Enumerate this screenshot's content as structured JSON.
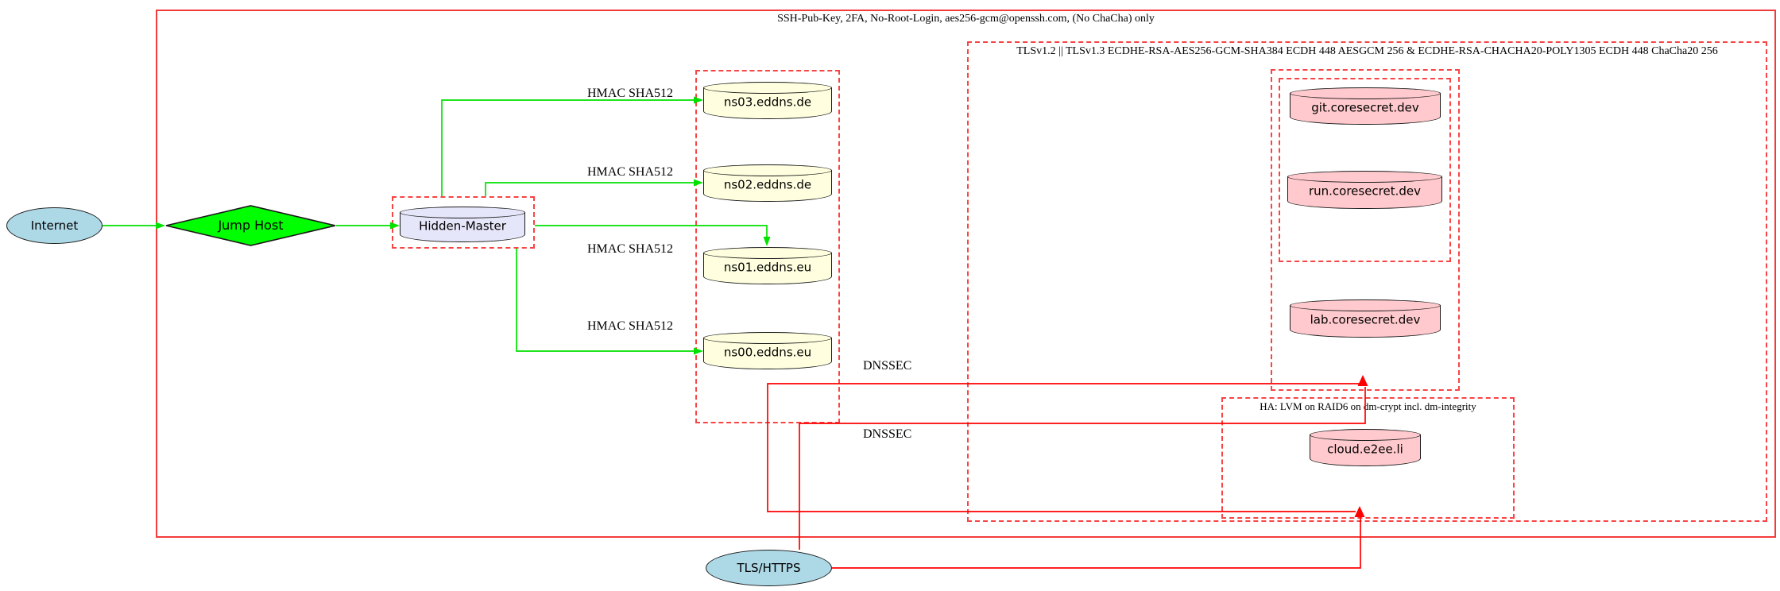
{
  "clusters": {
    "ssh": {
      "label": "SSH-Pub-Key, 2FA, No-Root-Login, aes256-gcm@openssh.com, (No ChaCha) only"
    },
    "tls": {
      "label": "TLSv1.2 || TLSv1.3 ECDHE-RSA-AES256-GCM-SHA384 ECDH 448 AESGCM 256 & ECDHE-RSA-CHACHA20-POLY1305 ECDH 448 ChaCha20 256"
    },
    "ha": {
      "label": "HA: LVM on RAID6 on dm-crypt incl. dm-integrity"
    }
  },
  "nodes": {
    "internet": {
      "label": "Internet"
    },
    "jump_host": {
      "label": "Jump Host"
    },
    "hidden_master": {
      "label": "Hidden-Master"
    },
    "ns03": {
      "label": "ns03.eddns.de"
    },
    "ns02": {
      "label": "ns02.eddns.de"
    },
    "ns01": {
      "label": "ns01.eddns.eu"
    },
    "ns00": {
      "label": "ns00.eddns.eu"
    },
    "git": {
      "label": "git.coresecret.dev"
    },
    "run": {
      "label": "run.coresecret.dev"
    },
    "lab": {
      "label": "lab.coresecret.dev"
    },
    "cloud": {
      "label": "cloud.e2ee.li"
    },
    "tls_https": {
      "label": "TLS/HTTPS"
    }
  },
  "edges": {
    "hmac_ns03": "HMAC SHA512",
    "hmac_ns02": "HMAC SHA512",
    "hmac_ns01": "HMAC SHA512",
    "hmac_ns00": "HMAC SHA512",
    "dnssec_secrets": "DNSSEC",
    "dnssec_ha": "DNSSEC"
  },
  "colors": {
    "edge_green": "#00e100",
    "edge_red": "#ff0000",
    "node_blue": "#add8e6",
    "node_green": "#00ff00",
    "node_lavender": "#e6e6fa",
    "node_yellow": "#ffffe0",
    "node_pink": "#ffc9cd"
  }
}
